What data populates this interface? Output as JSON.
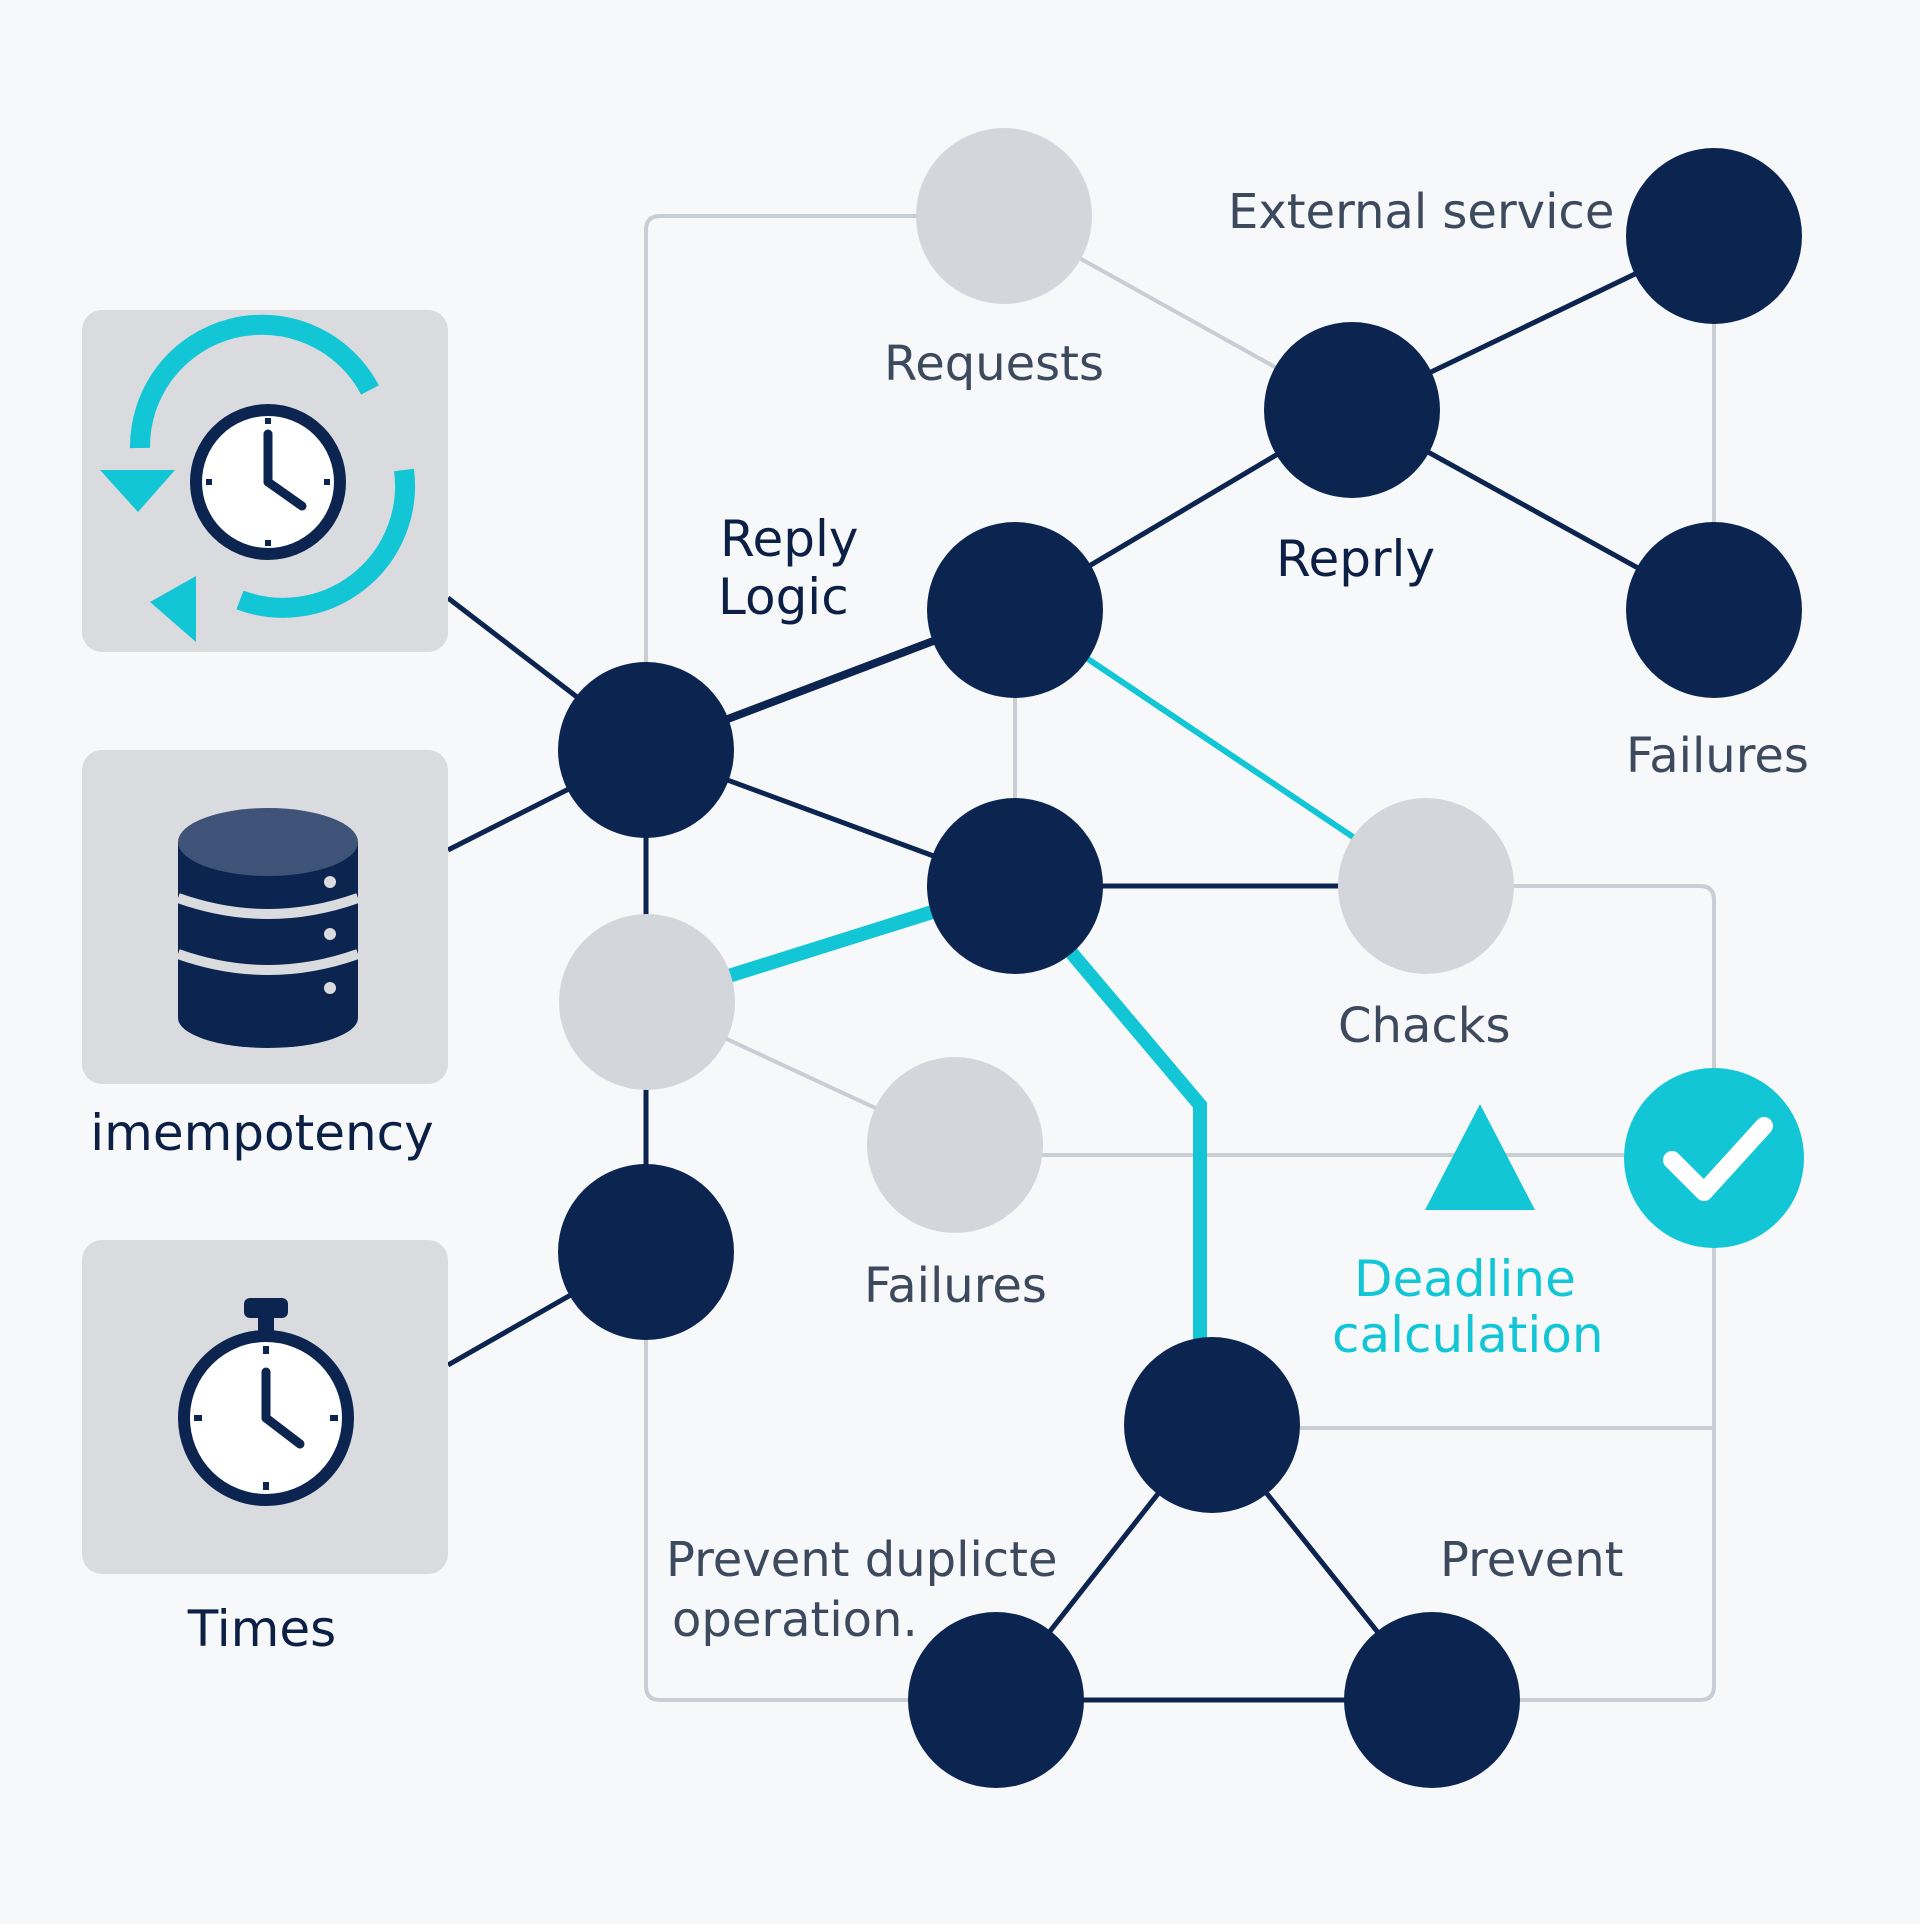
{
  "colors": {
    "navy": "#0c2450",
    "gray_node": "#d3d6db",
    "accent": "#12c6d6",
    "tile": "#d9dbdf",
    "frame_line": "#c9cdd4",
    "edge_dark": "#0c2450",
    "edge_light": "#c9cdd4",
    "background": "#f7f8fa"
  },
  "tiles": {
    "retry": {
      "icon": "retry-clock-icon",
      "caption": ""
    },
    "idempotency": {
      "icon": "database-icon",
      "caption": "imempotency"
    },
    "timeout": {
      "icon": "stopwatch-icon",
      "caption": "Times"
    }
  },
  "labels": {
    "external_service": "External service",
    "requests": "Requests",
    "reply_logic_line1": "Reply",
    "reply_logic_line2": "Logic",
    "reprly": "Reprly",
    "failures_right": "Failures",
    "chacks": "Chacks",
    "failures_mid": "Failures",
    "deadline_line1": "Deadline",
    "deadline_line2": "calculation",
    "prevent_dup_line1": "Prevent duplicte",
    "prevent_dup_line2": "operation.",
    "prevent": "Prevent"
  },
  "markers": {
    "deadline": "warning-triangle-icon",
    "success": "checkmark-icon"
  }
}
